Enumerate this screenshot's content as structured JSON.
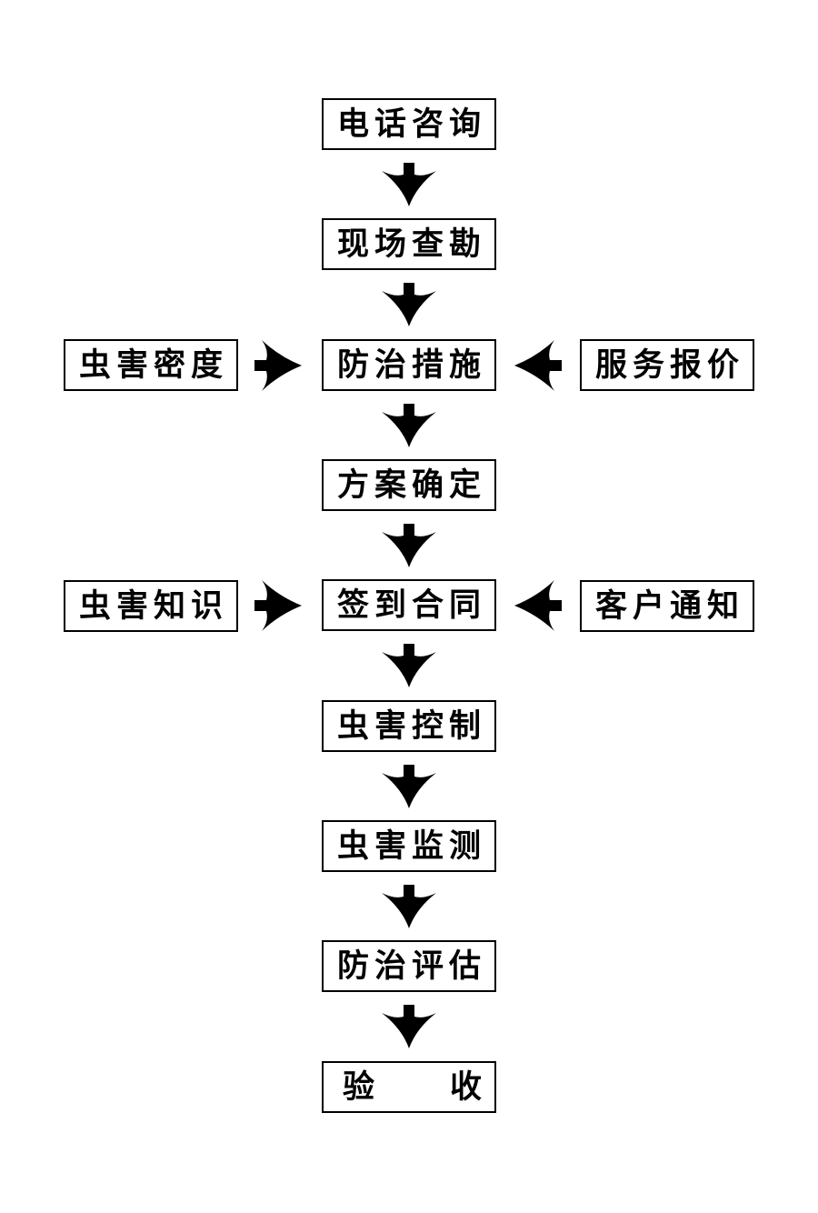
{
  "diagram": {
    "type": "flowchart",
    "background_color": "#ffffff",
    "box_border_color": "#000000",
    "text_color": "#000000",
    "arrow_color": "#000000",
    "main_flow": [
      {
        "label": "电话咨询"
      },
      {
        "label": "现场查勘"
      },
      {
        "label": "防治措施"
      },
      {
        "label": "方案确定"
      },
      {
        "label": "签到合同"
      },
      {
        "label": "虫害控制"
      },
      {
        "label": "虫害监测"
      },
      {
        "label": "防治评估"
      },
      {
        "label": "验收"
      }
    ],
    "side_inputs": [
      {
        "label": "虫害密度",
        "side": "left",
        "target": "防治措施"
      },
      {
        "label": "服务报价",
        "side": "right",
        "target": "防治措施"
      },
      {
        "label": "虫害知识",
        "side": "left",
        "target": "签到合同"
      },
      {
        "label": "客户通知",
        "side": "right",
        "target": "签到合同"
      }
    ]
  }
}
